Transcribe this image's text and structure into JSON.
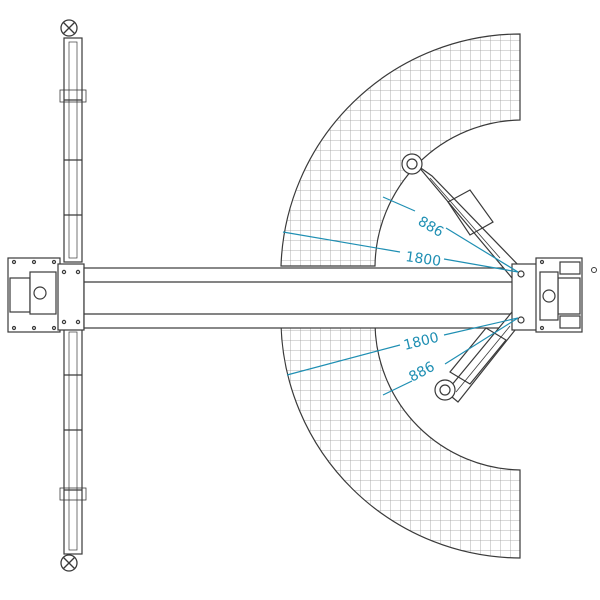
{
  "colors": {
    "stroke": "#3a3a3a",
    "dimension": "#1f8fb3",
    "grid": "#9a9a9a",
    "background": "#ffffff"
  },
  "dimensions": {
    "upper_inner": "886",
    "upper_outer": "1800",
    "lower_outer": "1800",
    "lower_inner": "886"
  }
}
